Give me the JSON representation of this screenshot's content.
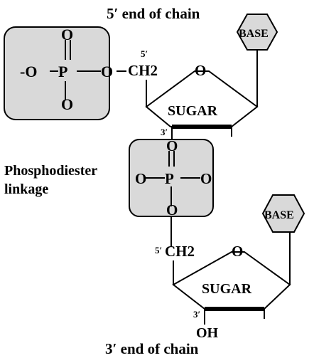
{
  "figure": {
    "top_label": "5′ end of chain",
    "bottom_label": "3′ end of chain",
    "side_label_line1": "Phosphodiester",
    "side_label_line2": "linkage",
    "colors": {
      "box_fill": "#d9d9d9",
      "ink": "#000000",
      "background": "#ffffff"
    }
  },
  "phosphate_top": {
    "o_top": "O",
    "o_left": "-O",
    "p": "P",
    "o_right": "O",
    "o_bottom": "O"
  },
  "phosphate_mid": {
    "o_top": "O",
    "o_left": "O",
    "p": "P",
    "o_right": "O",
    "o_bottom": "O"
  },
  "nucleotide_top": {
    "carbon5_label": "5′",
    "ch2": "CH2",
    "ring_o": "O",
    "sugar": "SUGAR",
    "carbon3_label": "3′",
    "base": "BASE"
  },
  "nucleotide_bottom": {
    "carbon5_label": "5′",
    "ch2": "CH2",
    "ring_o": "O",
    "sugar": "SUGAR",
    "carbon3_label": "3′",
    "oh": "OH",
    "base": "BASE"
  }
}
